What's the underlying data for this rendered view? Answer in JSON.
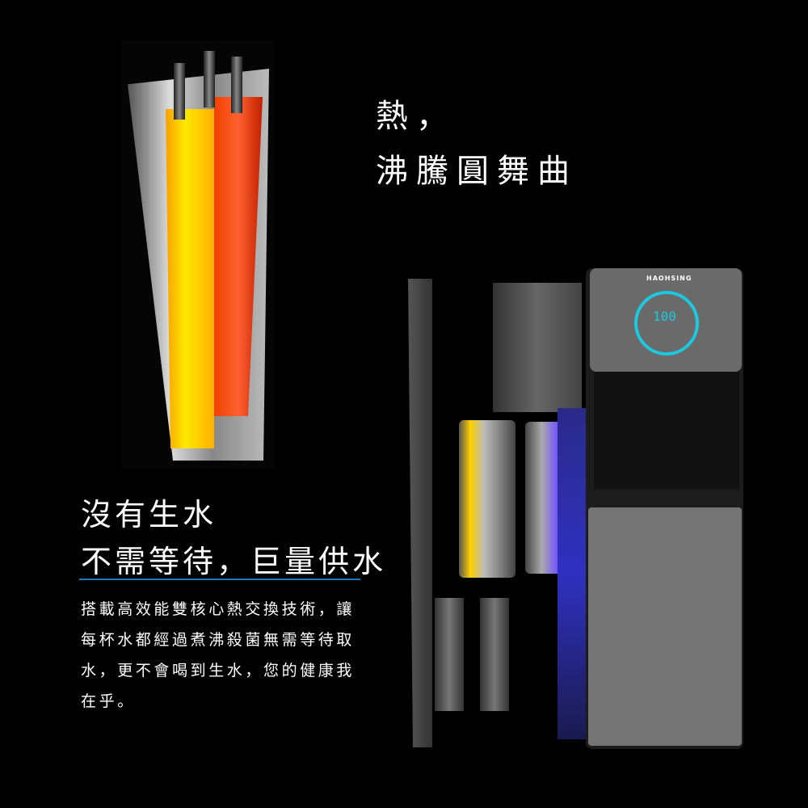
{
  "title": {
    "line1": "熱，",
    "line2": "沸騰圓舞曲"
  },
  "headline": {
    "line1": "沒有生水",
    "line2": "不需等待，巨量供水"
  },
  "body": {
    "lines": [
      "搭載高效能雙核心熱交換技術，讓",
      "每杯水都經過煮沸殺菌無需等待取",
      "水，更不會喝到生水，您的健康我",
      "在乎。"
    ]
  },
  "product": {
    "brand": "HAOHSING",
    "display_temp": "100"
  },
  "colors": {
    "accent_rule": "#1f78b4",
    "display": "#1ec8e0"
  }
}
